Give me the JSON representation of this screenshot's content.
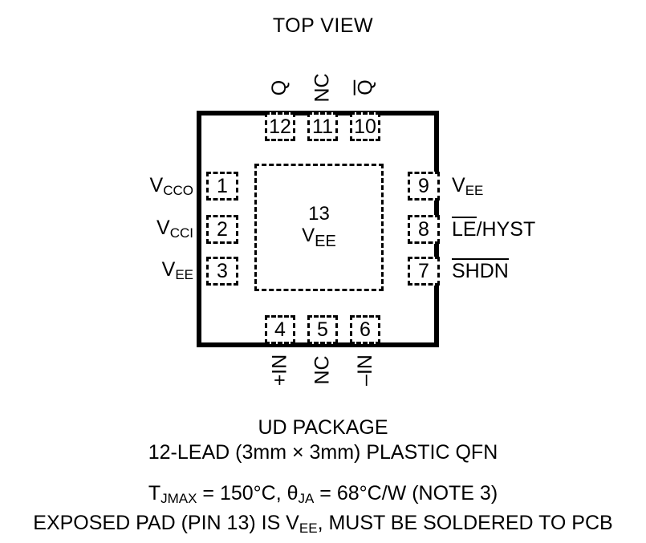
{
  "diagram": {
    "title": "TOP VIEW",
    "package_outline": {
      "name": "QFN package body outline"
    },
    "exposed_pad": {
      "pin_number": "13",
      "net_prefix": "V",
      "net_subscript": "EE"
    },
    "pins": {
      "top": [
        {
          "number": "12",
          "label": "Q",
          "overline": false
        },
        {
          "number": "11",
          "label": "NC",
          "overline": false
        },
        {
          "number": "10",
          "label": "Q",
          "overline": true
        }
      ],
      "right": [
        {
          "number": "9",
          "label": "V",
          "subscript": "EE",
          "overline": false
        },
        {
          "number": "8",
          "label": "LE",
          "suffix": "/HYST",
          "overline": true
        },
        {
          "number": "7",
          "label": "SHDN",
          "overline": true
        }
      ],
      "bottom": [
        {
          "number": "4",
          "label": "+IN",
          "overline": false
        },
        {
          "number": "5",
          "label": "NC",
          "overline": false
        },
        {
          "number": "6",
          "label": "–IN",
          "overline": false
        }
      ],
      "left": [
        {
          "number": "1",
          "label": "V",
          "subscript": "CCO",
          "overline": false
        },
        {
          "number": "2",
          "label": "V",
          "subscript": "CCI",
          "overline": false
        },
        {
          "number": "3",
          "label": "V",
          "subscript": "EE",
          "overline": false
        }
      ]
    }
  },
  "caption": {
    "package_name": "UD PACKAGE",
    "lead_info": "12-LEAD (3mm × 3mm) PLASTIC QFN",
    "thermal_prefix": "T",
    "thermal_sub_1": "JMAX",
    "thermal_mid": " = 150°C, θ",
    "thermal_sub_2": "JA",
    "thermal_tail": " = 68°C/W (NOTE 3)",
    "pad_note_head": "EXPOSED PAD (PIN 13) IS V",
    "pad_note_sub": "EE",
    "pad_note_tail": ", MUST BE SOLDERED TO PCB"
  },
  "colors": {
    "ink": "#000000",
    "background": "#ffffff"
  }
}
